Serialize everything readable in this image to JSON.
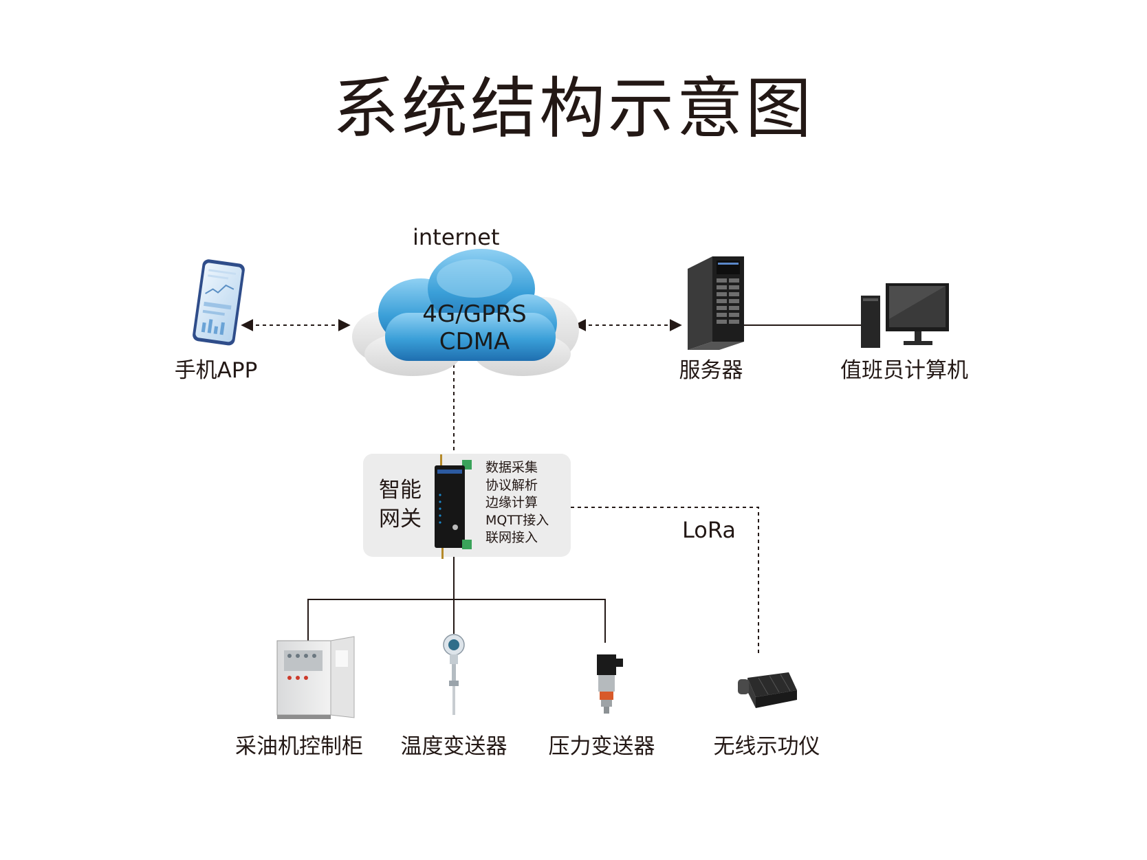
{
  "title": "系统结构示意图",
  "internet_label": "internet",
  "cloud": {
    "line1": "4G/GPRS",
    "line2": "CDMA"
  },
  "nodes": {
    "phone_app": "手机APP",
    "server": "服务器",
    "duty_computer": "值班员计算机",
    "pump_cabinet": "采油机控制柜",
    "temp_transmitter": "温度变送器",
    "pressure_transmitter": "压力变送器",
    "wireless_dynamometer": "无线示功仪"
  },
  "gateway": {
    "name_line1": "智能",
    "name_line2": "网关",
    "features": [
      "数据采集",
      "协议解析",
      "边缘计算",
      "MQTT接入",
      "联网接入"
    ]
  },
  "lora_label": "LoRa",
  "colors": {
    "text": "#231815",
    "cloud_blue": "#3a9fd8",
    "gateway_bg": "#ececec",
    "connector": "#231815"
  },
  "icons": {
    "phone": "smartphone-icon",
    "cloud": "cloud-icon",
    "server": "tower-server-icon",
    "computer": "desktop-computer-icon",
    "gateway_device": "gateway-device-icon",
    "cabinet": "control-cabinet-icon",
    "temp_sensor": "temperature-transmitter-icon",
    "pressure_sensor": "pressure-transmitter-icon",
    "dynamometer": "dynamometer-icon"
  }
}
